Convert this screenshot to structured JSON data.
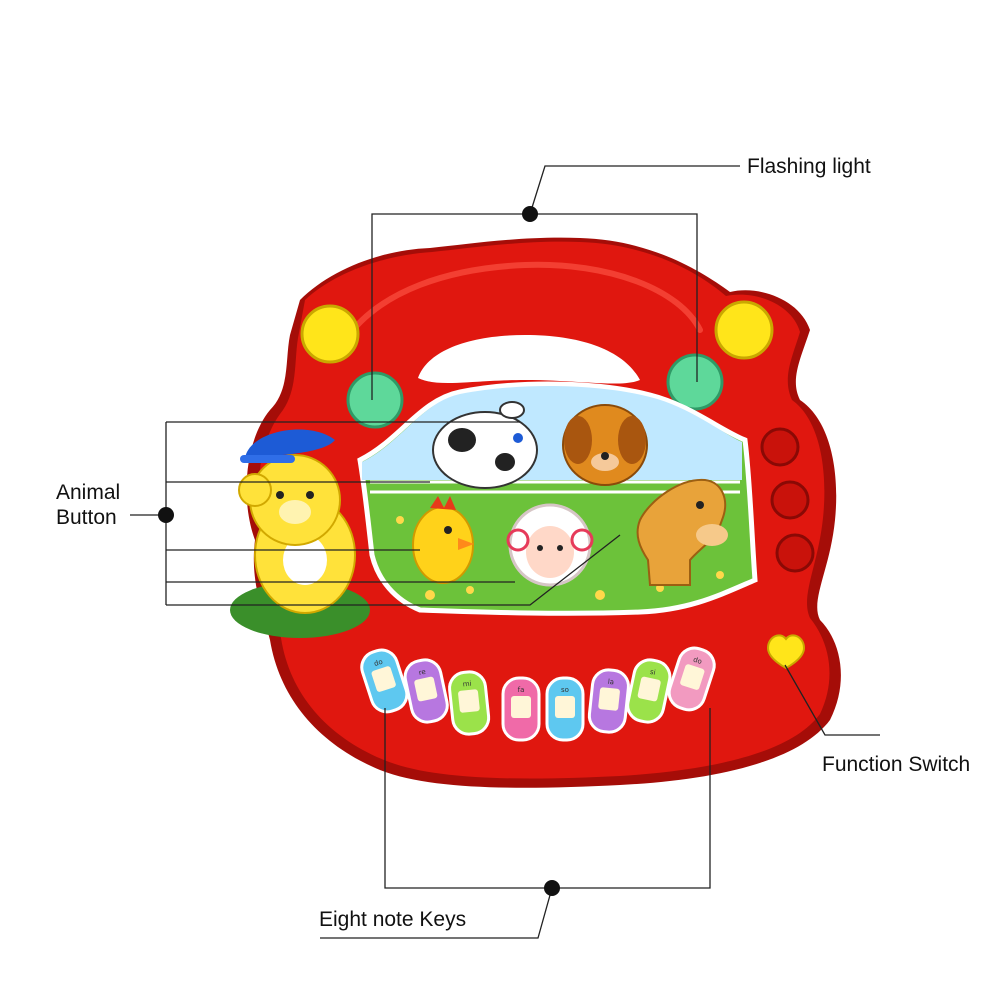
{
  "callouts": {
    "flashing_light": "Flashing light",
    "animal_button_line1": "Animal",
    "animal_button_line2": "Button",
    "function_switch": "Function Switch",
    "eight_note_keys": "Eight note Keys"
  },
  "keys": [
    {
      "note": "do",
      "color": "#5ec8f0"
    },
    {
      "note": "re",
      "color": "#b777e0"
    },
    {
      "note": "mi",
      "color": "#9be24a"
    },
    {
      "note": "fa",
      "color": "#f06aa8"
    },
    {
      "note": "so",
      "color": "#5ec8f0"
    },
    {
      "note": "la",
      "color": "#b777e0"
    },
    {
      "note": "si",
      "color": "#9be24a"
    },
    {
      "note": "do",
      "color": "#f29ac0"
    }
  ],
  "colors": {
    "body": "#e0170f",
    "body_dark": "#a50d08",
    "yellow": "#ffe51a",
    "light_green": "#5ed89a",
    "sky": "#bfe8ff",
    "grass": "#6cc23a",
    "line": "#222222"
  },
  "icons": [
    "bear-icon",
    "cow-icon",
    "dog-icon",
    "chick-icon",
    "sheep-icon",
    "horse-icon",
    "heart-icon"
  ]
}
